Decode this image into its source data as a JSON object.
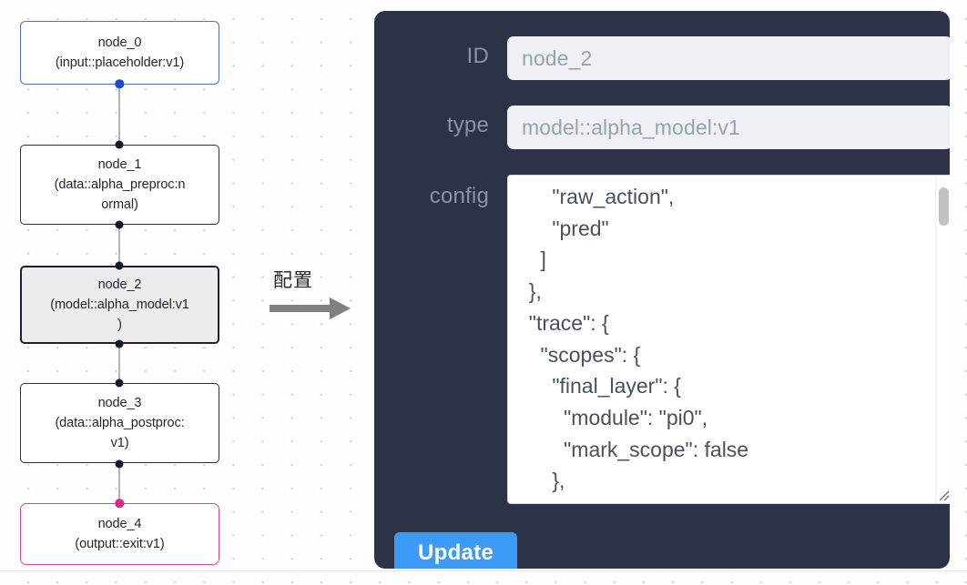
{
  "graph": {
    "nodes": [
      {
        "id": "node_0",
        "title": "node_0",
        "subtitle": "(input::placeholder:v1)",
        "state": "start"
      },
      {
        "id": "node_1",
        "title": "node_1",
        "subtitle": "(data::alpha_preproc:n\normal)",
        "state": "plain"
      },
      {
        "id": "node_2",
        "title": "node_2",
        "subtitle": "(model::alpha_model:v1\n)",
        "state": "selected"
      },
      {
        "id": "node_3",
        "title": "node_3",
        "subtitle": "(data::alpha_postproc:\nv1)",
        "state": "plain"
      },
      {
        "id": "node_4",
        "title": "node_4",
        "subtitle": "(output::exit:v1)",
        "state": "end"
      }
    ],
    "colors": {
      "start_border": "#4a6fd0",
      "start_port": "#1d49d6",
      "plain_border": "#2a2d3a",
      "selected_border": "#1c2030",
      "selected_fill": "#ececec",
      "end_border": "#e0428c",
      "end_port": "#ec2188",
      "edge": "#b4b4b4",
      "grid_dot": "#c9c9d6"
    }
  },
  "annotation": {
    "label": "配置",
    "arrow": "arrow-right"
  },
  "panel": {
    "background": "#2d3346",
    "fields": [
      {
        "key": "id",
        "label": "ID",
        "value": "node_2"
      },
      {
        "key": "type",
        "label": "type",
        "value": "model::alpha_model:v1"
      },
      {
        "key": "config",
        "label": "config",
        "value": ""
      }
    ],
    "id_label": "ID",
    "id_value": "node_2",
    "type_label": "type",
    "type_value": "model::alpha_model:v1",
    "config_label": "config",
    "config_value": "      \"raw_action\",\n      \"pred\"\n    ]\n  },\n  \"trace\": {\n    \"scopes\": {\n      \"final_layer\": {\n        \"module\": \"pi0\",\n        \"mark_scope\": false\n      },\n      \"action_model\": {",
    "update_label": "Update",
    "update_color": "#3d9bf7"
  }
}
